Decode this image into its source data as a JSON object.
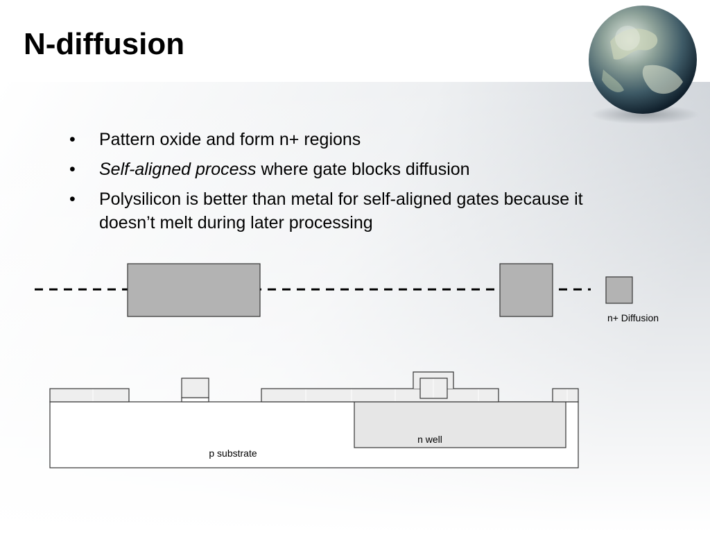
{
  "title": "N-diffusion",
  "bullets": [
    {
      "text": "Pattern oxide and form n+ regions"
    },
    {
      "emphasis": "Self-aligned process",
      "text": " where gate blocks diffusion"
    },
    {
      "text": "Polysilicon is better than metal for self-aligned gates because it doesn’t melt during later processing"
    }
  ],
  "diagram": {
    "legend_label": "n+ Diffusion",
    "n_well_label": "n well",
    "p_substrate_label": "p substrate"
  },
  "colors": {
    "n_diffusion": "#b3b3b3",
    "n_well": "#e6e6e6",
    "oxide": "#eeeeee",
    "outline": "#333333"
  }
}
